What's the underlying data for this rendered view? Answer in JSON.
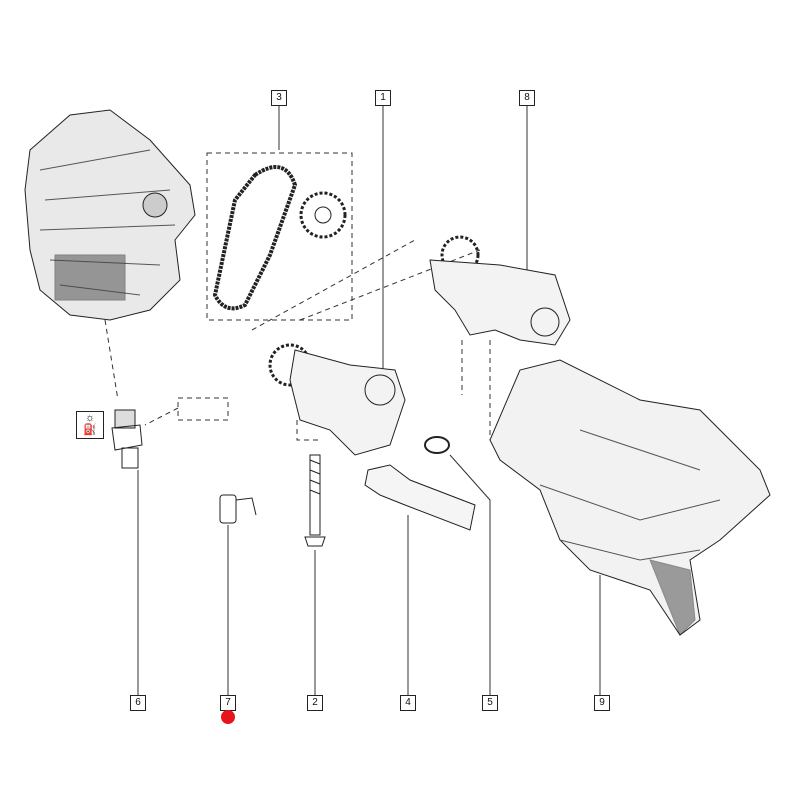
{
  "callouts": [
    {
      "id": "3",
      "label": "3"
    },
    {
      "id": "1",
      "label": "1"
    },
    {
      "id": "8",
      "label": "8"
    },
    {
      "id": "6",
      "label": "6"
    },
    {
      "id": "7",
      "label": "7"
    },
    {
      "id": "2",
      "label": "2"
    },
    {
      "id": "4",
      "label": "4"
    },
    {
      "id": "5",
      "label": "5"
    },
    {
      "id": "9",
      "label": "9"
    }
  ],
  "colors": {
    "line": "#222222",
    "marker": "#e8141c"
  },
  "icons": {
    "oil_pressure_warning": "oil-pressure-warning-icon"
  }
}
